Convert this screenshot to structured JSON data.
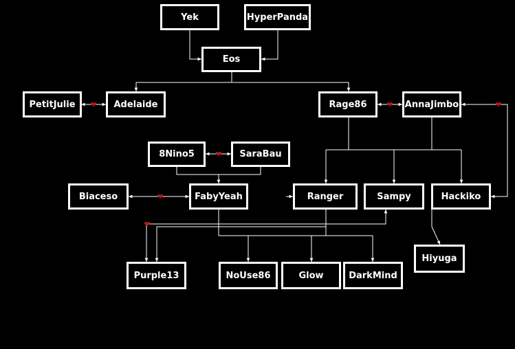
{
  "members": {
    "yek": "Yek",
    "hyperpanda": "HyperPanda",
    "eos": "Eos",
    "petitjulie": "PetitJulie",
    "adelaide": "Adelaide",
    "rage86": "Rage86",
    "annajimbo": "AnnaJimbo",
    "ninos": "8Nino5",
    "sarabau": "SaraBau",
    "biaceso": "Biaceso",
    "fabyyeah": "FabyYeah",
    "ranger": "Ranger",
    "sampy": "Sampy",
    "hackiko": "Hackiko",
    "hiyuga": "Hiyuga",
    "purple13": "Purple13",
    "nouse86": "NoUse86",
    "glow": "Glow",
    "darkmind": "DarkMind"
  },
  "colors": {
    "background": "#000000",
    "box_border": "#ffffff",
    "line": "#ffffff",
    "heart": "#c0161b"
  },
  "icons": {
    "relationship": "heart-icon"
  }
}
